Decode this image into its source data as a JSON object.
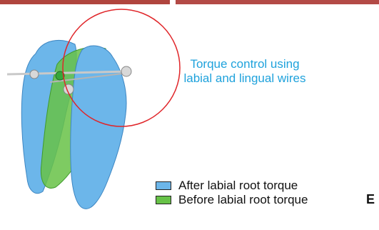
{
  "annotation": {
    "line1": "Torque control using",
    "line2": "labial and lingual wires"
  },
  "legend": {
    "items": [
      {
        "label": "After labial root torque",
        "color": "#6cb6ea"
      },
      {
        "label": "Before labial root torque",
        "color": "#67c247"
      }
    ]
  },
  "panel_label": "E",
  "colors": {
    "tooth_after": "#6cb6ea",
    "tooth_before": "#67c247",
    "annotation": "#1fa2dc",
    "highlight_circle": "#e0262a",
    "wire": "#c9c9c9"
  }
}
